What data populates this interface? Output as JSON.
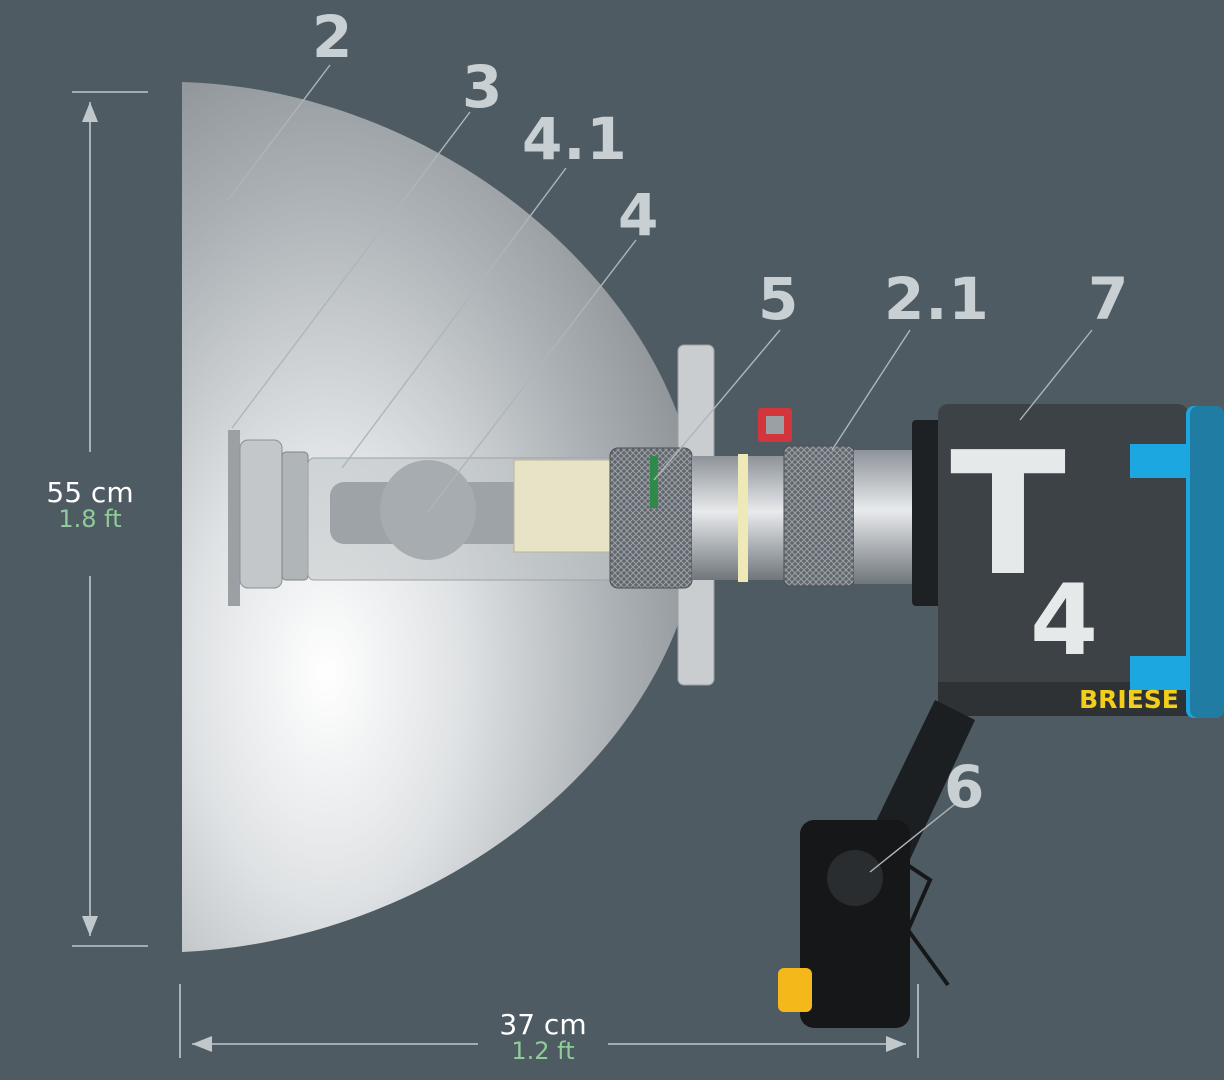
{
  "callouts": {
    "c2": "2",
    "c3": "3",
    "c41": "4.1",
    "c4": "4",
    "c5": "5",
    "c21": "2.1",
    "c7": "7",
    "c6": "6"
  },
  "height_dimension": {
    "cm": "55 cm",
    "ft": "1.8 ft"
  },
  "depth_dimension": {
    "cm": "37 cm",
    "ft": "1.2 ft"
  },
  "product": {
    "brand": "BRIESE",
    "model_letter": "T",
    "model_number": "4"
  },
  "colors": {
    "background": "#4f5b63",
    "callout": "#c9d0d4",
    "feet": "#8fcc9a",
    "accent_blue": "#1da7e0",
    "brand_yellow": "#f4cf1a"
  }
}
